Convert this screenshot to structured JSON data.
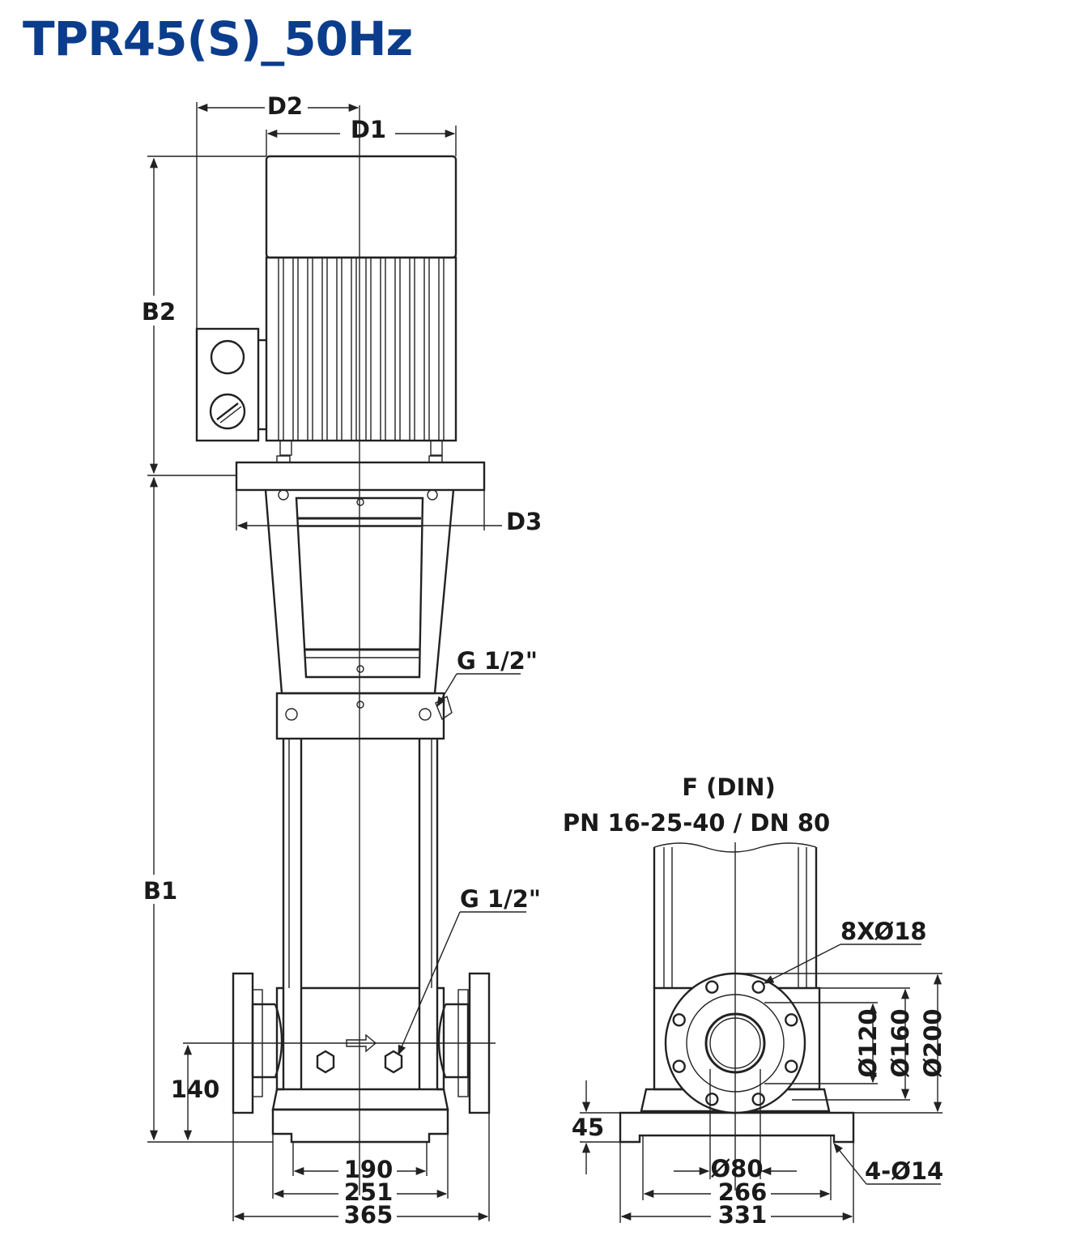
{
  "title": "TPR45(S)_50Hz",
  "colors": {
    "title": "#0b3d8c",
    "line": "#222222"
  },
  "side_view": {
    "labels": {
      "d2": "D2",
      "d1": "D1",
      "d3": "D3",
      "b2": "B2",
      "b1": "B1",
      "g_upper": "G 1/2\"",
      "g_lower": "G 1/2\"",
      "h140": "140",
      "w190": "190",
      "w251": "251",
      "w365": "365"
    }
  },
  "flange_view": {
    "f_din": "F (DIN)",
    "pn": "PN 16-25-40 / DN 80",
    "bolts": "8XØ18",
    "d120": "Ø120",
    "d160": "Ø160",
    "d200": "Ø200",
    "h45": "45",
    "d80": "Ø80",
    "w266": "266",
    "w331": "331",
    "foot_holes": "4-Ø14"
  }
}
